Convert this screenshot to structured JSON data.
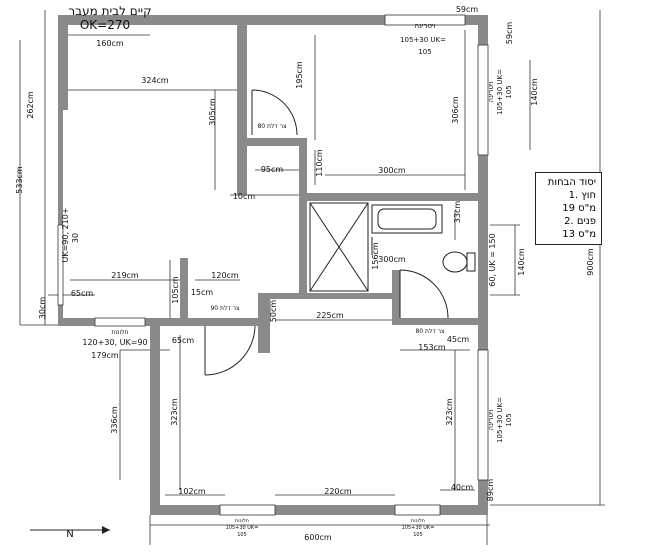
{
  "header": {
    "title": "קיים לבית מעבר",
    "level": "OK=270"
  },
  "walls": {
    "color": "#8a8a8a"
  },
  "dimensions": {
    "top_left": "160cm",
    "top_right": "59cm",
    "right_top": "59cm",
    "room_width": "324cm",
    "height_195": "195cm",
    "height_305": "305cm",
    "height_306": "306cm",
    "left_262": "262cm",
    "left_533": "533cm",
    "right_140_top": "140cm",
    "right_900": "900cm",
    "d_95": "95cm",
    "d_110": "110cm",
    "d_300_top": "300cm",
    "d_10": "10cm",
    "d_33": "33cm",
    "d_156": "156cm",
    "d_300_mid": "300cm",
    "right_140_mid": "140cm",
    "d_219": "219cm",
    "d_120": "120cm",
    "d_65_left": "65cm",
    "d_105": "105cm",
    "d_15": "15cm",
    "d_50": "50cm",
    "d_225": "225cm",
    "d_30": "30cm",
    "d_153": "153cm",
    "d_45": "45cm",
    "d_65_lower": "65cm",
    "d_179": "179cm",
    "d_336": "336cm",
    "d_323_left": "323cm",
    "d_323_right": "323cm",
    "d_102": "102cm",
    "d_220": "220cm",
    "d_40": "40cm",
    "d_89": "89cm",
    "d_600": "600cm"
  },
  "labels": {
    "door_80": "80 צר דלת",
    "door_90": "90 צר דלת",
    "door_80_lower": "80 צר דלת",
    "window_top_a": "ויטרינה",
    "window_top_b": "105+30 UK=",
    "window_top_c": "105",
    "window_right_a": "ויטרינה",
    "window_right_b": "105+30 UK=",
    "window_right_c": "105",
    "window_left_a": "UK=90, 210+",
    "window_left_b": "30",
    "window_mid_a": "חלונות",
    "window_mid_b": "120+30, UK=90",
    "window_right_low_a": "ויטרינה",
    "window_right_low_b": "105+30 UK=",
    "window_right_low_c": "105",
    "window_bottom_left_a": "חלונות",
    "window_bottom_left_b": "105+30 UK=",
    "window_bottom_left_c": "105",
    "window_bottom_right_a": "חלונות",
    "window_bottom_right_b": "105+30 UK=",
    "window_bottom_right_c": "105",
    "bath_window": "60, UK = 150",
    "north": "N"
  },
  "legend": {
    "title": "יסוד הבחות",
    "lines": [
      "חוץ .1",
      "מ\"ס 19",
      "פנים .2",
      "מ\"ס 13"
    ]
  }
}
